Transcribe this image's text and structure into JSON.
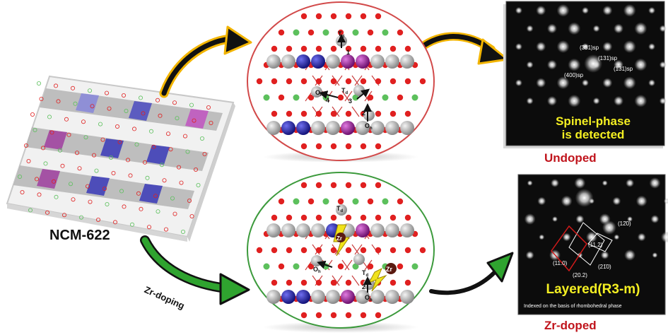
{
  "structure": {
    "label": "NCM-622"
  },
  "arrows": {
    "doping_label": "Zr-doping"
  },
  "atoms": {
    "td_top": "T",
    "td_top_sub": "d",
    "td_mid": "T",
    "td_mid_sub": "d",
    "oh_left": "O",
    "oh_left_sub": "h",
    "oh_bottom": "O",
    "oh_bottom_sub": "h",
    "path_1": "1",
    "path_2": "2",
    "path_3": "3",
    "path_4": "4",
    "zr_label": "Zr"
  },
  "saed_top": {
    "spot_331": "(331)sp",
    "spot_131": "(131)sp",
    "spot_1bar31": "(1̄31)sp",
    "spot_400": "(400)sp",
    "caption_line1": "Spinel-phase",
    "caption_line2": "is detected",
    "title": "Undoped"
  },
  "saed_bottom": {
    "spot_1bar2bar0": "(12̄0)",
    "spot_112": "(11.2)",
    "spot_110": "(11.0)",
    "spot_2bar10": "(21̄0)",
    "spot_202": "(20.2)",
    "caption": "Layered(R3-m)",
    "note": "Indexed on the basis of rhombohedral phase",
    "title": "Zr-doped"
  },
  "colors": {
    "arrow_top_outline": "#f2b400",
    "arrow_bottom_fill": "#2fa32f",
    "circle_top_border": "#d24a4a",
    "circle_bottom_border": "#3c9a3c",
    "oxygen": "#e02020",
    "lithium": "#5cc05c",
    "transition_metal": "#9a9a9a",
    "manganese": "#2a2ab5",
    "cobalt": "#b02ab0",
    "label_red": "#c0141c",
    "caption_yellow": "#f4ef22"
  }
}
